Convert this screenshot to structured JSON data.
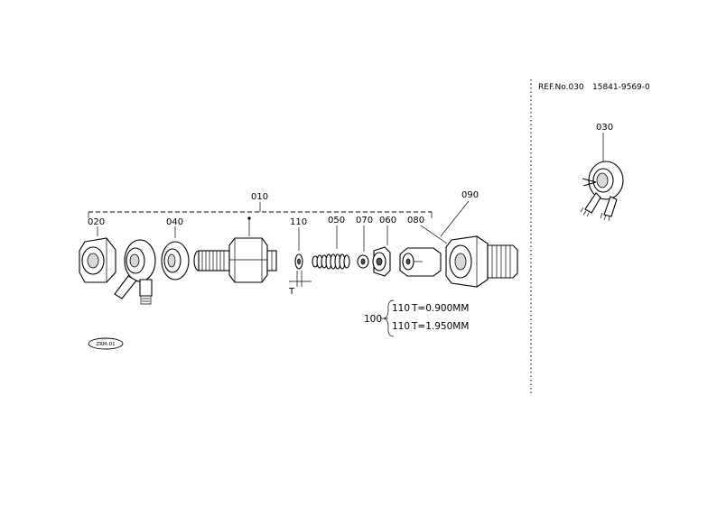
{
  "header": {
    "ref_label": "REF.No.030",
    "ref_part_number": "15841-9569-0"
  },
  "inset": {
    "callout": "030"
  },
  "callouts": {
    "assembly": "010",
    "p020": "020",
    "p040": "040",
    "p110": "110",
    "p050": "050",
    "p070": "070",
    "p060": "060",
    "p080": "080",
    "p090": "090",
    "thickness_symbol": "T"
  },
  "shim_note": {
    "kit": "100",
    "row1_part": "110",
    "row1_spec": "T=0.900MM",
    "row2_part": "110",
    "row2_spec": "T=1.950MM"
  },
  "stamp": {
    "code": "ZRM-01"
  }
}
